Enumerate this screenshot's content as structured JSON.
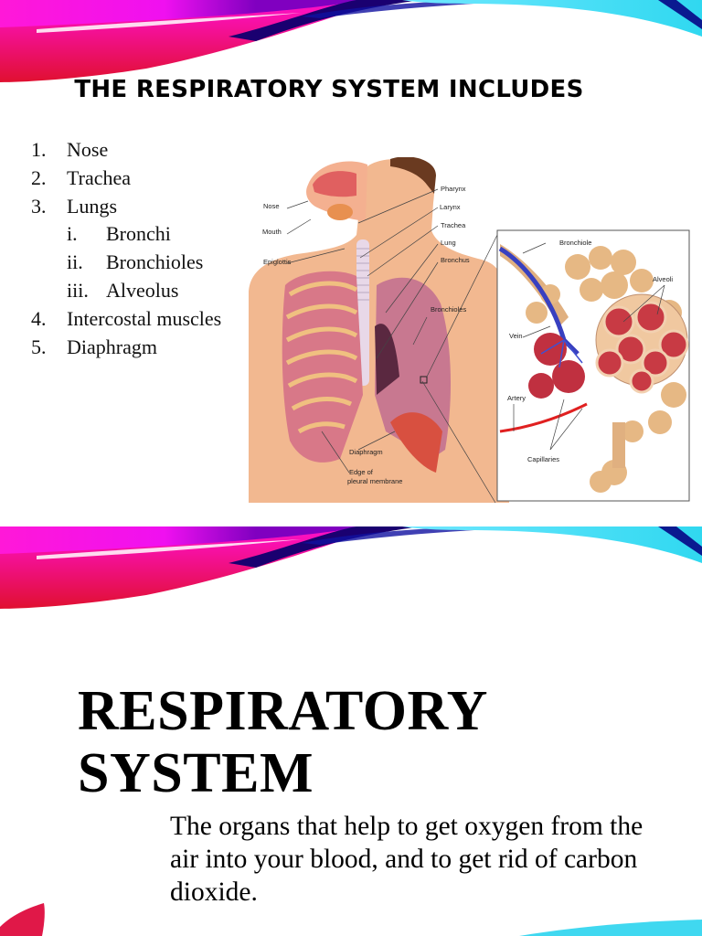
{
  "slides": [
    {
      "title": "THE RESPIRATORY SYSTEM INCLUDES",
      "list": [
        {
          "num": "1.",
          "label": "Nose",
          "level": 1
        },
        {
          "num": "2.",
          "label": "Trachea",
          "level": 1
        },
        {
          "num": "3.",
          "label": "Lungs",
          "level": 1
        },
        {
          "num": "i.",
          "label": "Bronchi",
          "level": 2
        },
        {
          "num": "ii.",
          "label": "Bronchioles",
          "level": 2
        },
        {
          "num": "iii.",
          "label": "Alveolus",
          "level": 2
        },
        {
          "num": "4.",
          "label": "Intercostal muscles",
          "level": 1
        },
        {
          "num": "5.",
          "label": "Diaphragm",
          "level": 1
        }
      ],
      "diagram": {
        "body_labels": {
          "nose": "Nose",
          "mouth": "Mouth",
          "epiglottis": "Epiglottis",
          "pharynx": "Pharynx",
          "larynx": "Larynx",
          "trachea": "Trachea",
          "lung": "Lung",
          "bronchus": "Bronchus",
          "bronchioles": "Bronchioles",
          "diaphragm": "Diaphragm",
          "edge1": "Edge of",
          "edge2": "pleural membrane"
        },
        "inset_labels": {
          "bronchiole": "Bronchiole",
          "alveoli": "Alveoli",
          "vein": "Vein",
          "artery": "Artery",
          "capillaries": "Capillaries"
        }
      }
    },
    {
      "title_line1": "RESPIRATORY",
      "title_line2": "SYSTEM",
      "body": "The organs that help to get oxygen from the air into your blood, and to get rid of carbon dioxide."
    }
  ],
  "theme": {
    "swoosh_magenta": "#ff10e0",
    "swoosh_red": "#e8204a",
    "swoosh_navy": "#0a0a80",
    "swoosh_cyan": "#40e8f0"
  }
}
